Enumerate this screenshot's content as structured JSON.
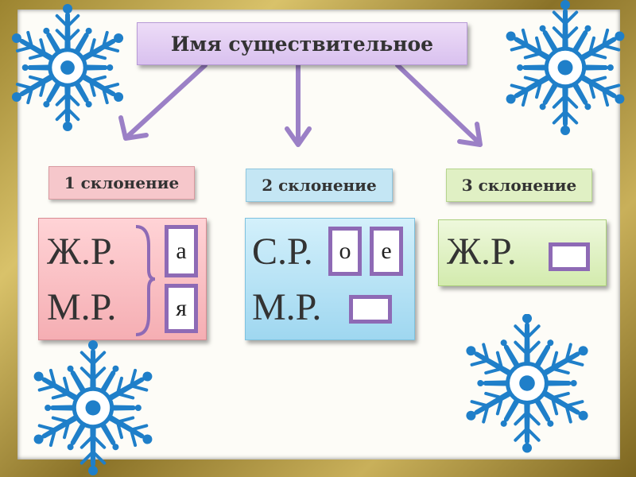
{
  "title": "Имя существительное",
  "declensions": [
    {
      "label": "1 склонение",
      "rows": [
        "Ж.Р.",
        "М.Р."
      ],
      "endings": [
        "а",
        "я"
      ]
    },
    {
      "label": "2 склонение",
      "rows": [
        "С.Р.",
        "М.Р."
      ],
      "endings": [
        "о",
        "е",
        ""
      ]
    },
    {
      "label": "3 склонение",
      "rows": [
        "Ж.Р."
      ],
      "endings": [
        ""
      ]
    }
  ],
  "colors": {
    "arrow": "#9b80c6",
    "slot_border": "#8e6ab5",
    "snowflake": "#1f7fc9",
    "label_1": "#f6c7cb",
    "label_2": "#c4e6f4",
    "label_3": "#e0f0c4",
    "title_bg": "#d9c1ef",
    "frame": "#b89f45"
  },
  "icons": [
    "snowflake-icon",
    "arrow-icon",
    "brace-icon"
  ]
}
